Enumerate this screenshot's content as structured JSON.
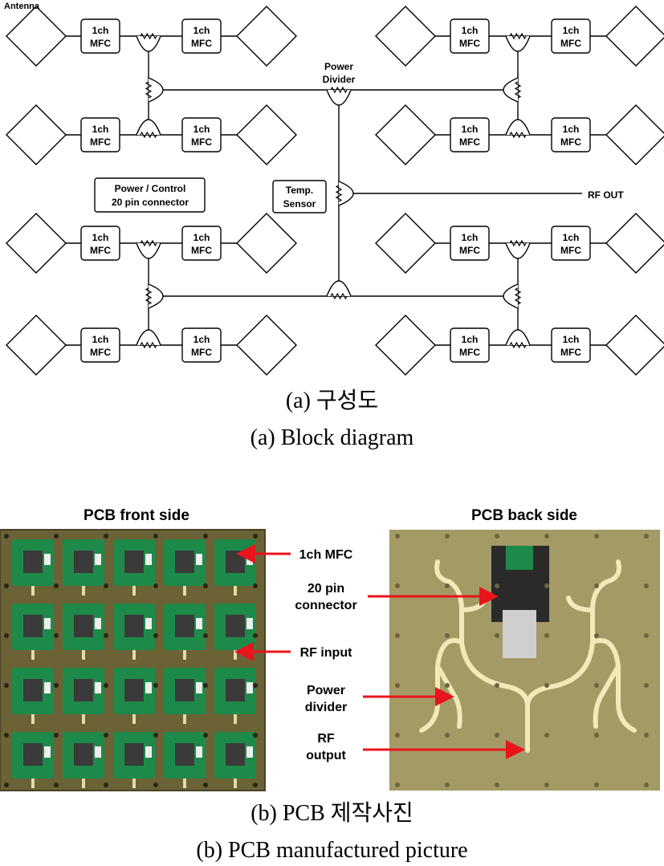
{
  "block_diagram": {
    "antenna_label": "Antenna",
    "mfc_line1": "1ch",
    "mfc_line2": "MFC",
    "power_divider_line1": "Power",
    "power_divider_line2": "Divider",
    "temp_sensor_line1": "Temp.",
    "temp_sensor_line2": "Sensor",
    "connector_line1": "Power / Control",
    "connector_line2": "20 pin connector",
    "rf_out": "RF OUT"
  },
  "caption_a": {
    "korean": "(a) 구성도",
    "english": "(a) Block diagram"
  },
  "photos": {
    "front_title": "PCB front side",
    "back_title": "PCB back side",
    "front_board_color": "#6b6236",
    "back_board_color": "#a39a66",
    "pcb_green": "#1e8a4a"
  },
  "callouts": {
    "mfc": "1ch MFC",
    "connector_line1": "20 pin",
    "connector_line2": "connector",
    "rf_input": "RF input",
    "power_divider_line1": "Power",
    "power_divider_line2": "divider",
    "rf_output_line1": "RF",
    "rf_output_line2": "output",
    "arrow_color": "#e8141c"
  },
  "caption_b": {
    "korean": "(b) PCB 제작사진",
    "english": "(b) PCB manufactured picture"
  }
}
